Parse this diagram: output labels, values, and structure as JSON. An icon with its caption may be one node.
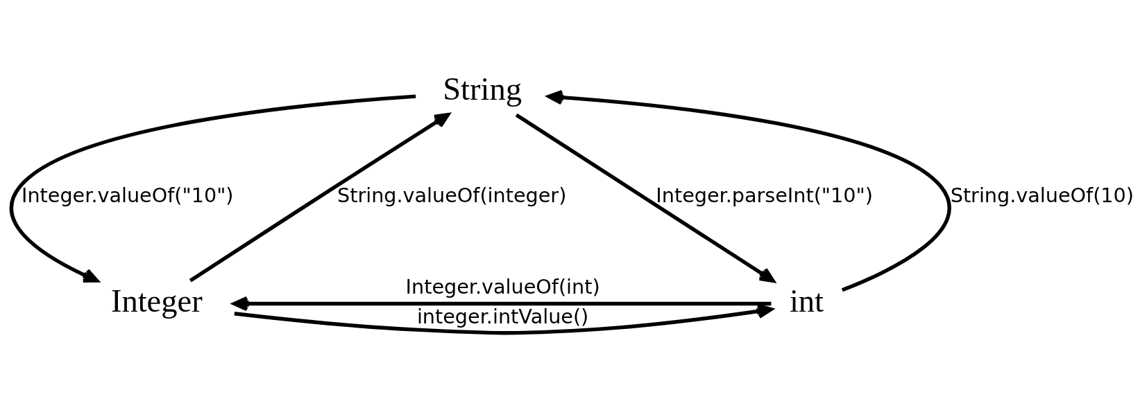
{
  "diagram": {
    "nodes": [
      {
        "text": [
          "String"
        ]
      },
      {
        "text": [
          "Integer"
        ]
      },
      {
        "text": [
          "int"
        ]
      }
    ],
    "edges": [
      {
        "from": 1,
        "to": 0,
        "arrow": "to",
        "label": "String.valueOf(integer)"
      },
      {
        "from": 0,
        "to": 1,
        "arrow": "to",
        "label": "Integer.valueOf(\"10\")"
      },
      {
        "from": 0,
        "to": 2,
        "arrow": "to",
        "label": "Integer.parseInt(\"10\")"
      },
      {
        "from": 2,
        "to": 0,
        "arrow": "to",
        "label": "String.valueOf(10)"
      },
      {
        "from": 1,
        "to": 2,
        "arrow": "to",
        "label": "integer.intValue()"
      },
      {
        "from": 2,
        "to": 1,
        "arrow": "to",
        "label": "Integer.valueOf(int)"
      }
    ]
  }
}
